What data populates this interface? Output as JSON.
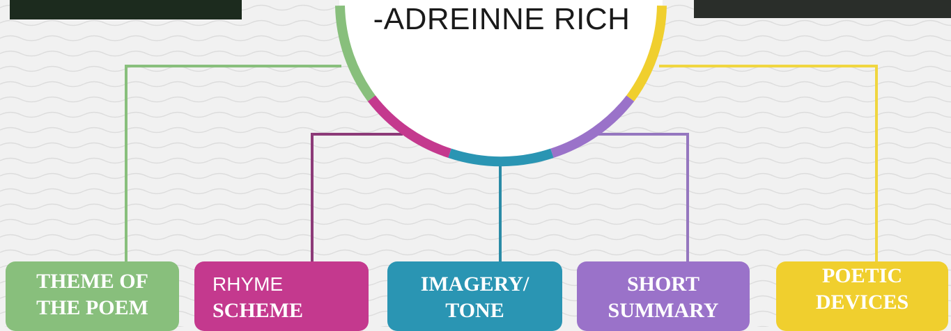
{
  "author_line": "-ADREINNE RICH",
  "boxes": [
    {
      "l1": "THEME OF",
      "l2": "THE POEM"
    },
    {
      "l1": "RHYME",
      "l2": "SCHEME"
    },
    {
      "l1": "IMAGERY/",
      "l2": "TONE"
    },
    {
      "l1": "SHORT",
      "l2": "SUMMARY"
    },
    {
      "l1": "POETIC",
      "l2": "DEVICES"
    }
  ],
  "colors": {
    "green": "#88bf7c",
    "magenta": "#c4398e",
    "teal": "#2a95b3",
    "purple": "#9a72c9",
    "yellow": "#f0cf2e",
    "background": "#f1f1f1"
  }
}
